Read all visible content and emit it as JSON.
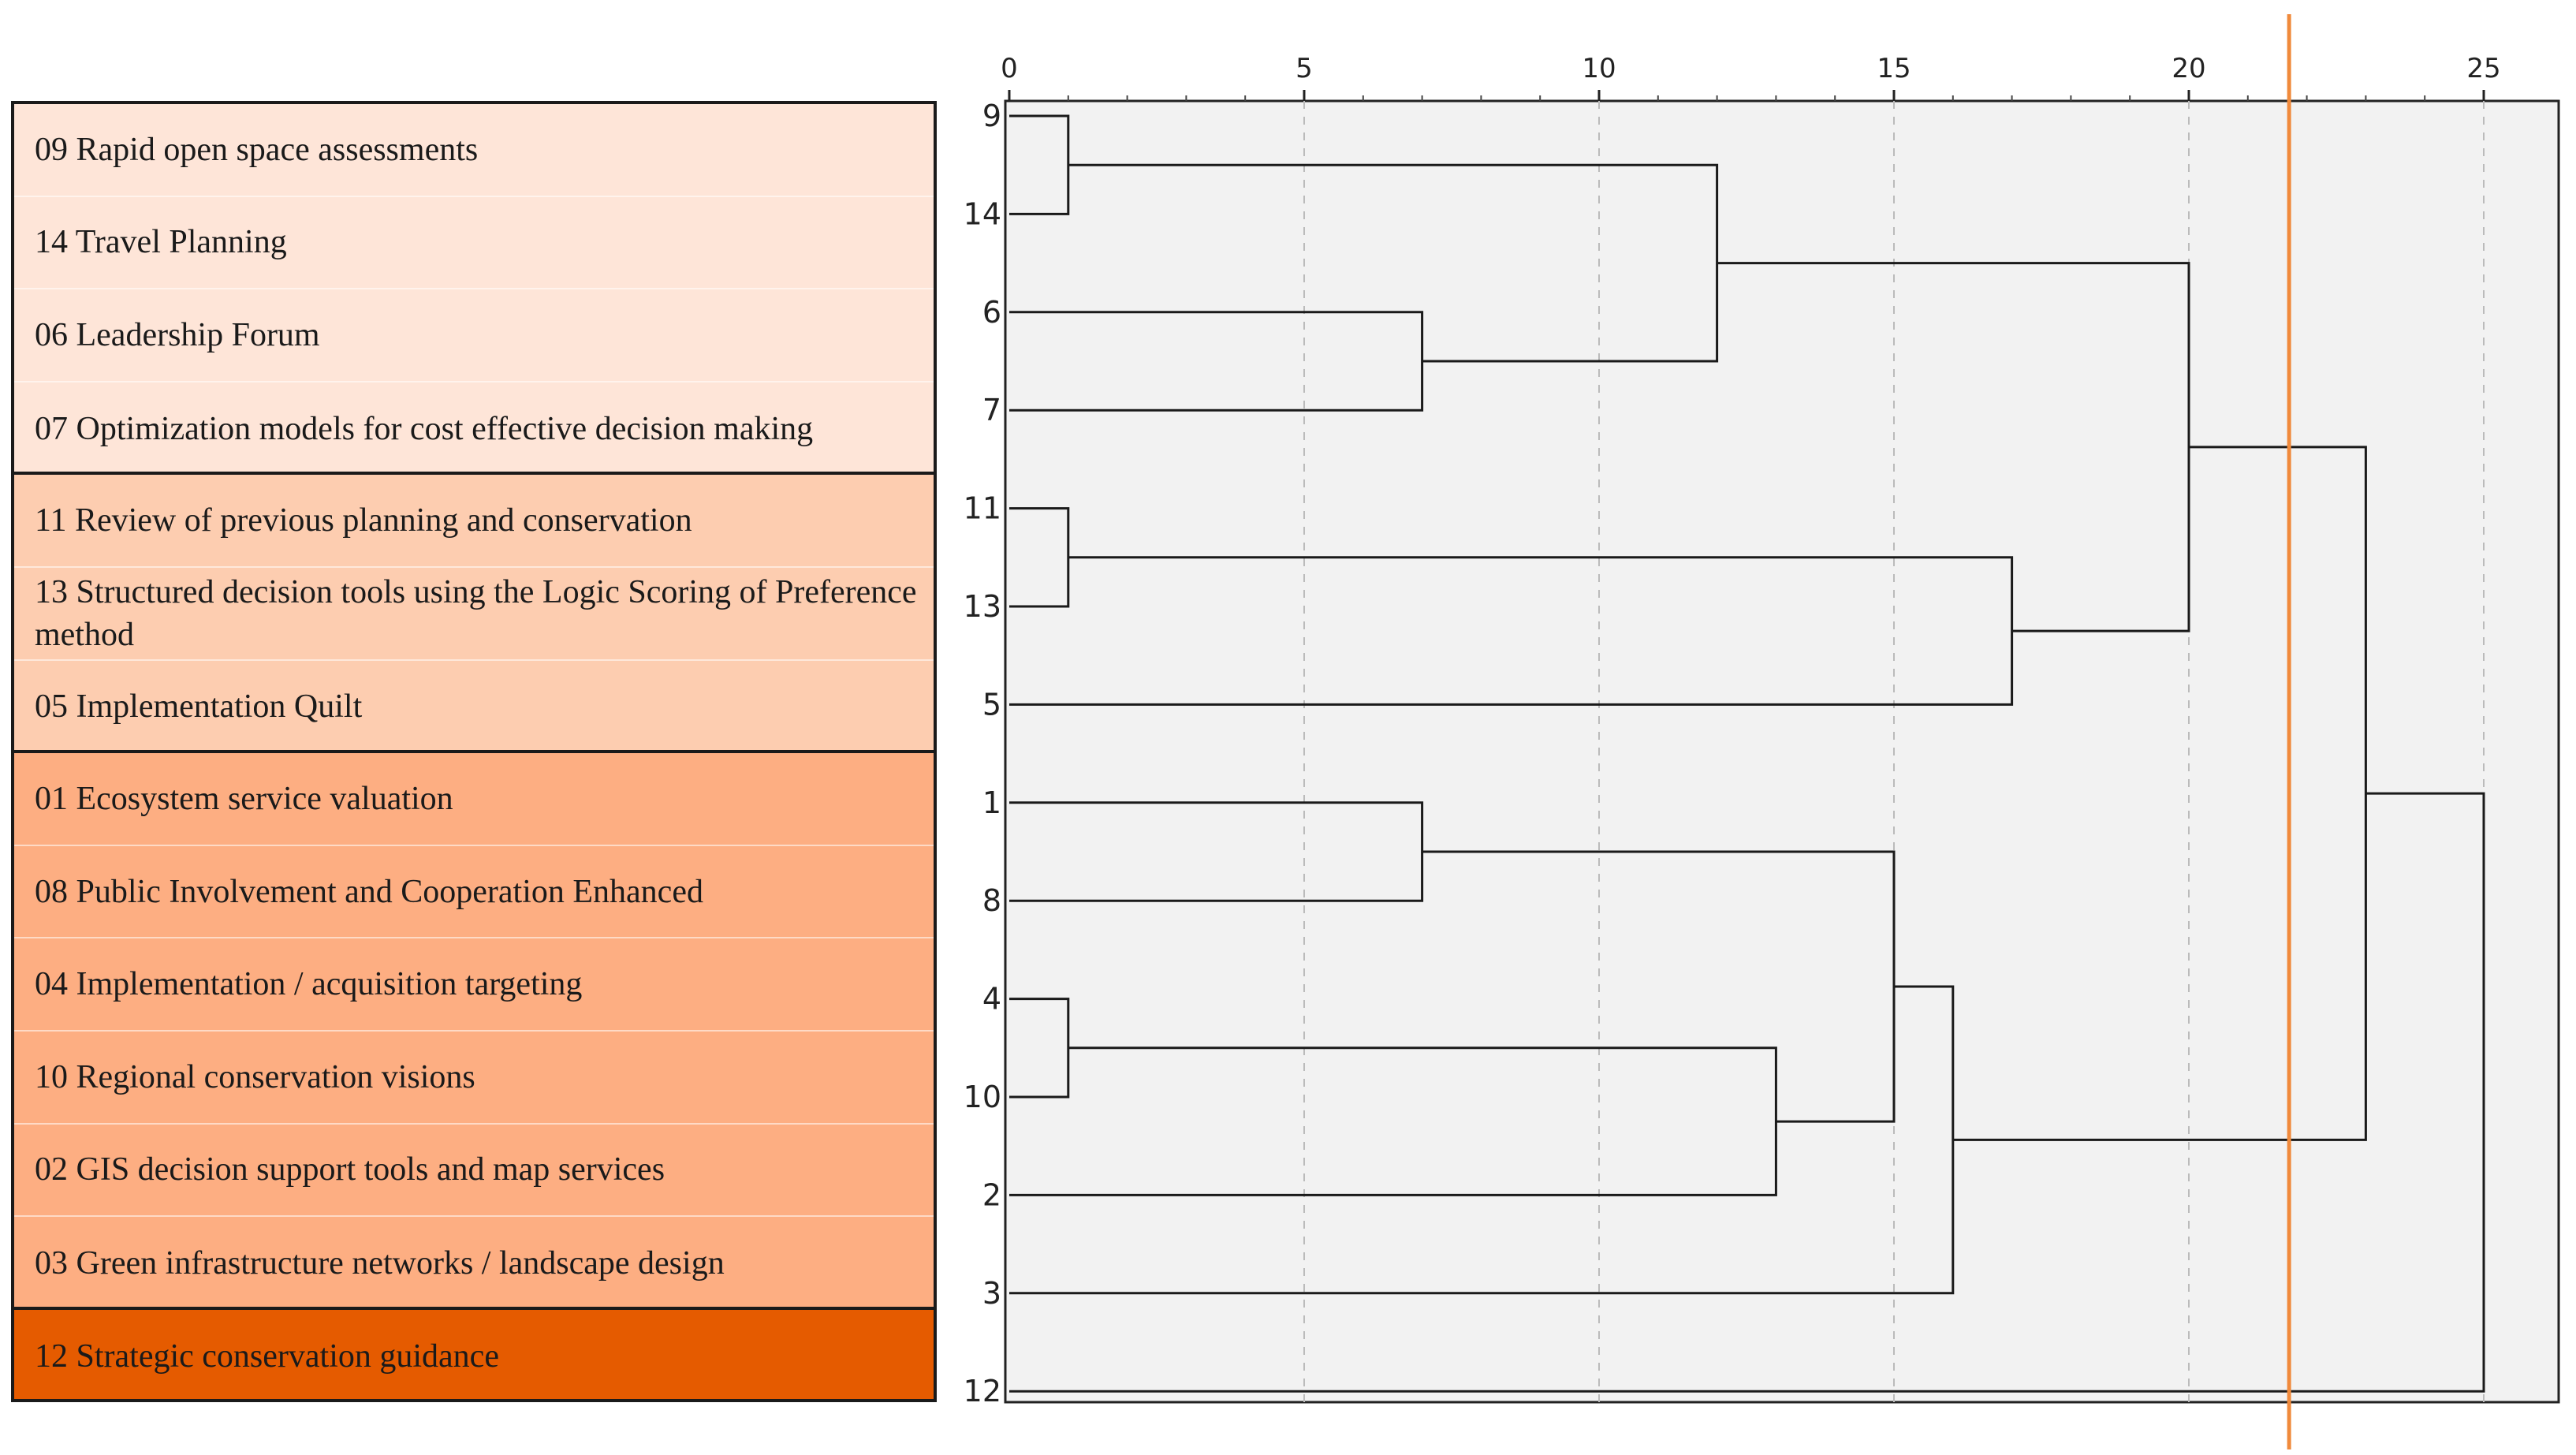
{
  "colors": {
    "group1": "#fee5d8",
    "group2": "#fdcdb0",
    "group3": "#fdae82",
    "group4": "#e55b00",
    "cut_line": "#f08a3c",
    "plot_bg": "#f2f2f2"
  },
  "groups": [
    {
      "items": [
        "09 Rapid open space assessments",
        "14 Travel Planning",
        "06 Leadership Forum",
        "07 Optimization models for cost effective decision making"
      ]
    },
    {
      "items": [
        "11 Review of previous planning and conservation",
        "13 Structured decision tools using the Logic Scoring of Preference method",
        "05 Implementation Quilt"
      ]
    },
    {
      "items": [
        "01 Ecosystem service valuation",
        "08 Public Involvement and Cooperation Enhanced",
        "04 Implementation / acquisition targeting",
        "10 Regional conservation visions",
        "02 GIS decision support tools and map services",
        "03 Green infrastructure networks / landscape design"
      ]
    },
    {
      "items": [
        "12 Strategic conservation guidance"
      ]
    }
  ],
  "chart_data": {
    "type": "dendrogram",
    "orientation": "horizontal",
    "xlim": [
      0,
      25
    ],
    "x_ticks": [
      "0",
      "5",
      "10",
      "15",
      "20",
      "25"
    ],
    "grid": true,
    "leaves": [
      "9",
      "14",
      "6",
      "7",
      "11",
      "13",
      "5",
      "1",
      "8",
      "4",
      "10",
      "2",
      "3",
      "12"
    ],
    "merges": [
      {
        "a": "9",
        "b": "14",
        "height": 1
      },
      {
        "a": "11",
        "b": "13",
        "height": 1
      },
      {
        "a": "4",
        "b": "10",
        "height": 1
      },
      {
        "a": "6",
        "b": "7",
        "height": 7
      },
      {
        "a": "1",
        "b": "8",
        "height": 7
      },
      {
        "a": "9-14",
        "b": "6-7",
        "height": 12
      },
      {
        "a": "4-10",
        "b": "2",
        "height": 13
      },
      {
        "a": "1-8",
        "b": "4-10-2",
        "height": 15
      },
      {
        "a": "1-8-4-10-2",
        "b": "3",
        "height": 16
      },
      {
        "a": "11-13",
        "b": "5",
        "height": 17
      },
      {
        "a": "9-14-6-7",
        "b": "11-13-5",
        "height": 20
      },
      {
        "a": "9-14-6-7-11-13-5",
        "b": "1-8-4-10-2-3",
        "height": 23
      },
      {
        "a": "all-except-12",
        "b": "12",
        "height": 25
      }
    ],
    "cut_line": 21.7
  }
}
